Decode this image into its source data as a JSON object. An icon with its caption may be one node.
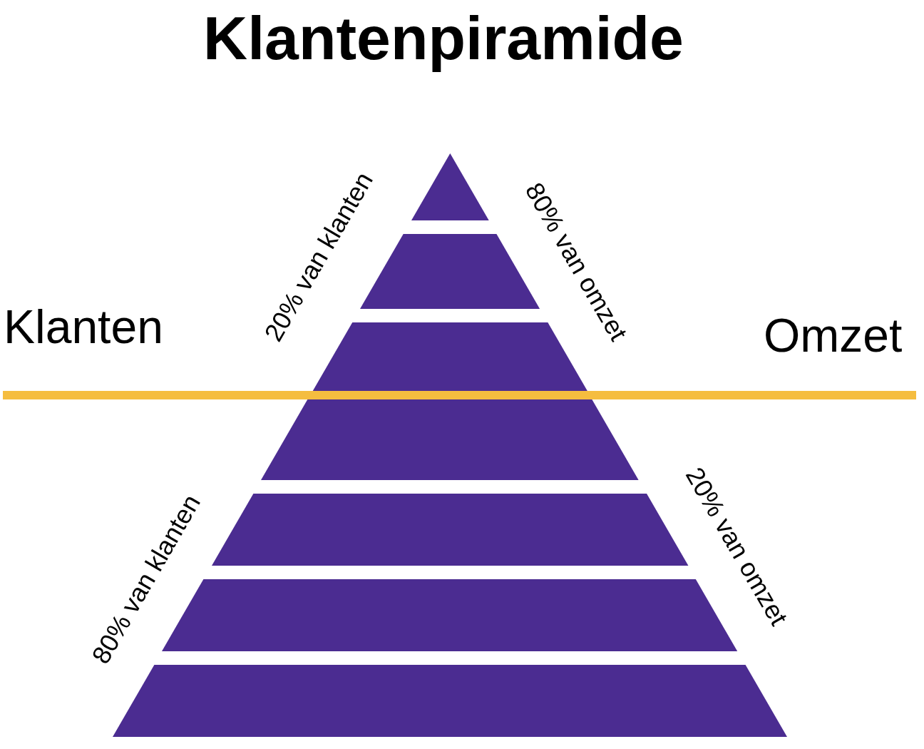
{
  "diagram": {
    "title": "Klantenpiramide",
    "nodes": [
      {
        "text": [],
        "shape": "triangle"
      },
      {
        "text": [],
        "shape": "trapezoid"
      },
      {
        "text": [],
        "shape": "trapezoid"
      },
      {
        "text": [],
        "shape": "trapezoid"
      },
      {
        "text": [],
        "shape": "trapezoid"
      },
      {
        "text": [],
        "shape": "trapezoid"
      },
      {
        "text": [],
        "shape": "trapezoid"
      }
    ],
    "edges": [],
    "labels": [
      "20% van klanten",
      "80% van omzet",
      "Klanten",
      "Omzet",
      "80% van klanten",
      "20% van omzet"
    ]
  }
}
